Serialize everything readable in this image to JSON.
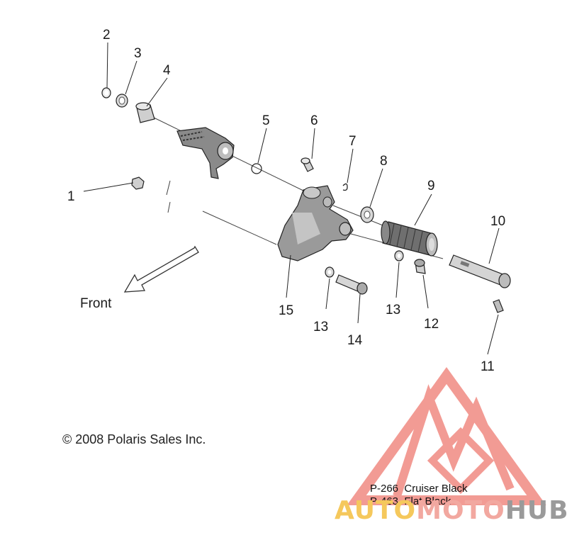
{
  "callouts": [
    "1",
    "2",
    "3",
    "4",
    "5",
    "6",
    "7",
    "8",
    "9",
    "10",
    "11",
    "12",
    "13",
    "14",
    "15"
  ],
  "front_label": "Front",
  "copyright": "© 2008 Polaris Sales Inc.",
  "part_numbers": [
    {
      "code": "P-266",
      "description": "Cruiser Black"
    },
    {
      "code": "P-463",
      "description": "Flat Black"
    }
  ],
  "watermark": {
    "text_a": "AUTO",
    "text_b": "MOTO",
    "text_c": "HUB",
    "color_a": "#f5c85c",
    "color_b": "#f2a8a0",
    "color_c": "#9a9a9a",
    "logo_color": "#f08a82"
  }
}
